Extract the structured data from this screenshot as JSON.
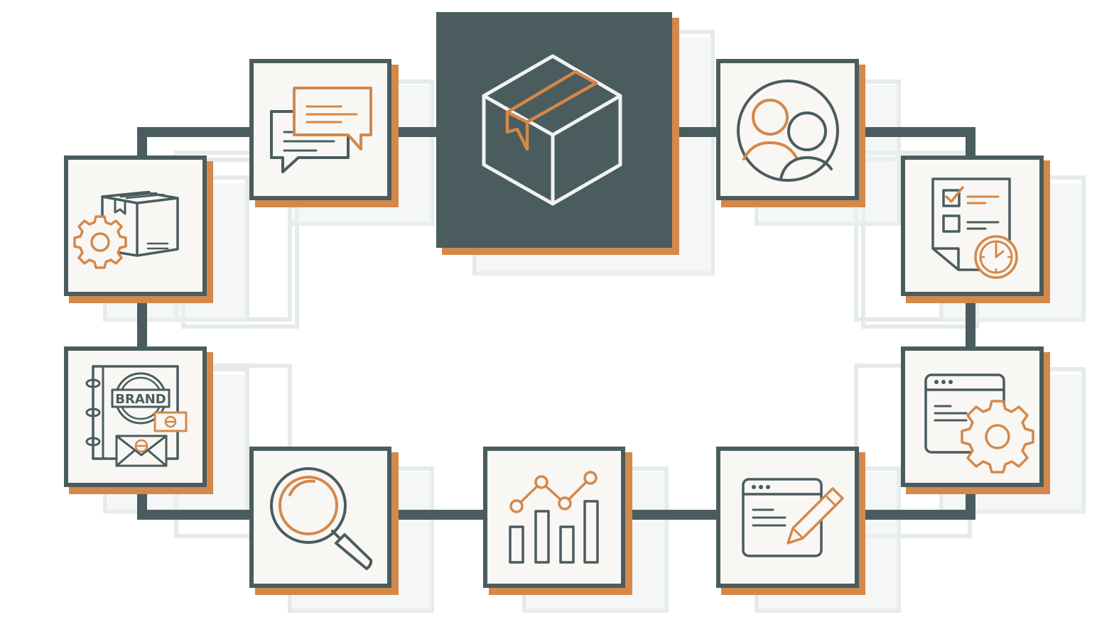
{
  "colors": {
    "dark": "#4a5c5e",
    "accent": "#d4884a",
    "tile": "#f8f7f4",
    "ghost": "#e5ebea",
    "background": "#ffffff",
    "stroke_light": "#f2f2f2"
  },
  "diagram": {
    "center": {
      "icon": "package-box-icon"
    },
    "nodes": [
      {
        "id": "chat",
        "icon": "chat-bubbles-icon"
      },
      {
        "id": "people",
        "icon": "people-circle-icon"
      },
      {
        "id": "gearbox",
        "icon": "box-gear-icon"
      },
      {
        "id": "checklist",
        "icon": "checklist-clock-icon"
      },
      {
        "id": "brand",
        "icon": "brand-book-icon",
        "text": "BRAND"
      },
      {
        "id": "settings",
        "icon": "browser-settings-icon"
      },
      {
        "id": "search",
        "icon": "magnifier-icon"
      },
      {
        "id": "chart",
        "icon": "bar-line-chart-icon"
      },
      {
        "id": "edit",
        "icon": "browser-pencil-icon"
      }
    ]
  }
}
